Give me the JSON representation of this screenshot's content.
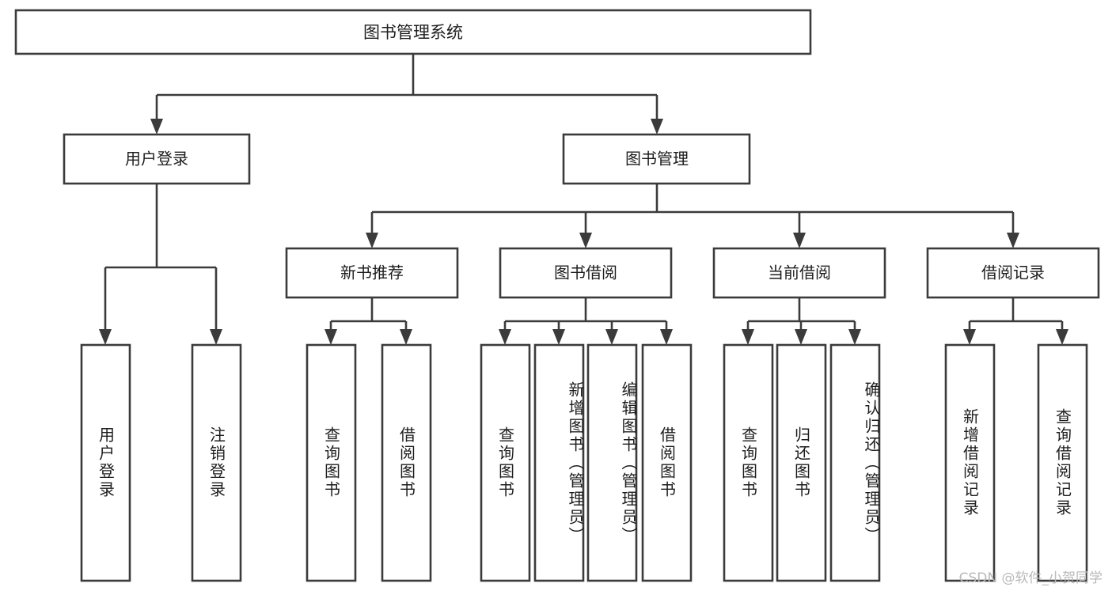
{
  "diagram": {
    "type": "tree-hierarchy",
    "title": "图书管理系统",
    "watermark": "CSDN @软件_小贺同学",
    "colors": {
      "box_stroke": "#3b3b3b",
      "box_fill": "#ffffff",
      "text": "#1d1d1d",
      "connector": "#3b3b3b",
      "watermark": "#b9b9b9",
      "background": "#ffffff"
    },
    "root": {
      "label": "图书管理系统"
    },
    "level2": [
      {
        "id": "user-login",
        "label": "用户登录"
      },
      {
        "id": "book-manage",
        "label": "图书管理"
      }
    ],
    "level3": [
      {
        "id": "new-book-recommend",
        "label": "新书推荐",
        "parent": "book-manage"
      },
      {
        "id": "book-borrow",
        "label": "图书借阅",
        "parent": "book-manage"
      },
      {
        "id": "current-borrow",
        "label": "当前借阅",
        "parent": "book-manage"
      },
      {
        "id": "borrow-record",
        "label": "借阅记录",
        "parent": "book-manage"
      }
    ],
    "leaves": [
      {
        "id": "leaf-user-login",
        "label": "用户登录",
        "parent": "user-login",
        "align": "center"
      },
      {
        "id": "leaf-logout-login",
        "label": "注销登录",
        "parent": "user-login",
        "align": "center"
      },
      {
        "id": "leaf-query-book-1",
        "label": "查询图书",
        "parent": "new-book-recommend",
        "align": "center"
      },
      {
        "id": "leaf-borrow-book-1",
        "label": "借阅图书",
        "parent": "new-book-recommend",
        "align": "center"
      },
      {
        "id": "leaf-query-book-2",
        "label": "查询图书",
        "parent": "book-borrow",
        "align": "center"
      },
      {
        "id": "leaf-add-book",
        "label": "新增图书（管理员）",
        "parent": "book-borrow",
        "align": "top"
      },
      {
        "id": "leaf-edit-book",
        "label": "编辑图书（管理员）",
        "parent": "book-borrow",
        "align": "top"
      },
      {
        "id": "leaf-borrow-book-2",
        "label": "借阅图书",
        "parent": "book-borrow",
        "align": "center"
      },
      {
        "id": "leaf-query-book-3",
        "label": "查询图书",
        "parent": "current-borrow",
        "align": "center"
      },
      {
        "id": "leaf-return-book",
        "label": "归还图书",
        "parent": "current-borrow",
        "align": "center"
      },
      {
        "id": "leaf-confirm-return",
        "label": "确认归还（管理员）",
        "parent": "current-borrow",
        "align": "top"
      },
      {
        "id": "leaf-add-record",
        "label": "新增借阅记录",
        "parent": "borrow-record",
        "align": "center"
      },
      {
        "id": "leaf-query-record",
        "label": "查询借阅记录",
        "parent": "borrow-record",
        "align": "center"
      }
    ]
  }
}
